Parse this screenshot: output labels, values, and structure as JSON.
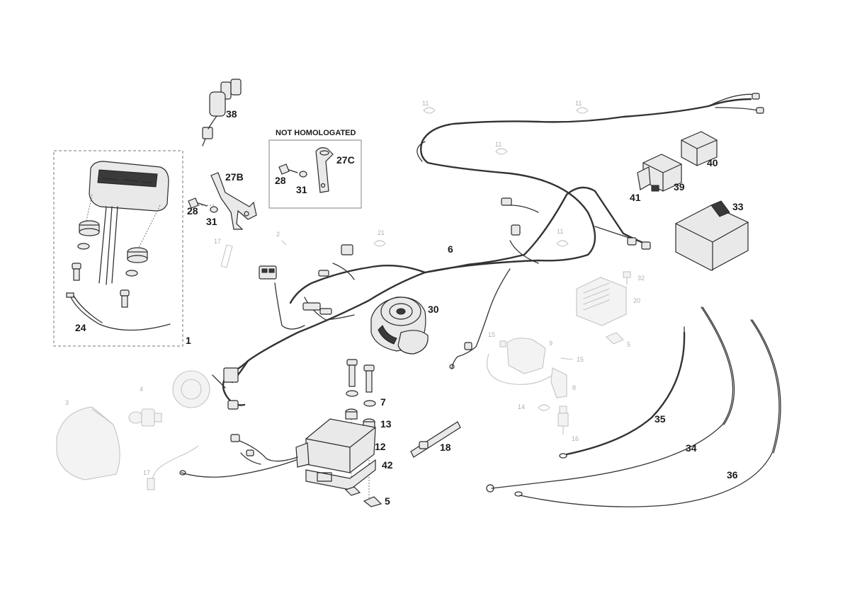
{
  "note": "NOT HOMOLOGATED",
  "parts": {
    "p1": "1",
    "p5": "5",
    "p6": "6",
    "p7": "7",
    "p12": "12",
    "p13": "13",
    "p18": "18",
    "p24": "24",
    "p27B": "27B",
    "p27C": "27C",
    "p28a": "28",
    "p28b": "28",
    "p30": "30",
    "p31a": "31",
    "p31b": "31",
    "p33": "33",
    "p34": "34",
    "p35": "35",
    "p36": "36",
    "p38": "38",
    "p39": "39",
    "p40": "40",
    "p41": "41",
    "p42": "42"
  },
  "faded_parts": {
    "f2": "2",
    "f3": "3",
    "f4": "4",
    "f5": "5",
    "f8": "8",
    "f9": "9",
    "f11a": "11",
    "f11b": "11",
    "f11c": "11",
    "f11d": "11",
    "f14": "14",
    "f15a": "15",
    "f15b": "15",
    "f16": "16",
    "f17a": "17",
    "f17b": "17",
    "f20": "20",
    "f21": "21",
    "f32": "32"
  }
}
